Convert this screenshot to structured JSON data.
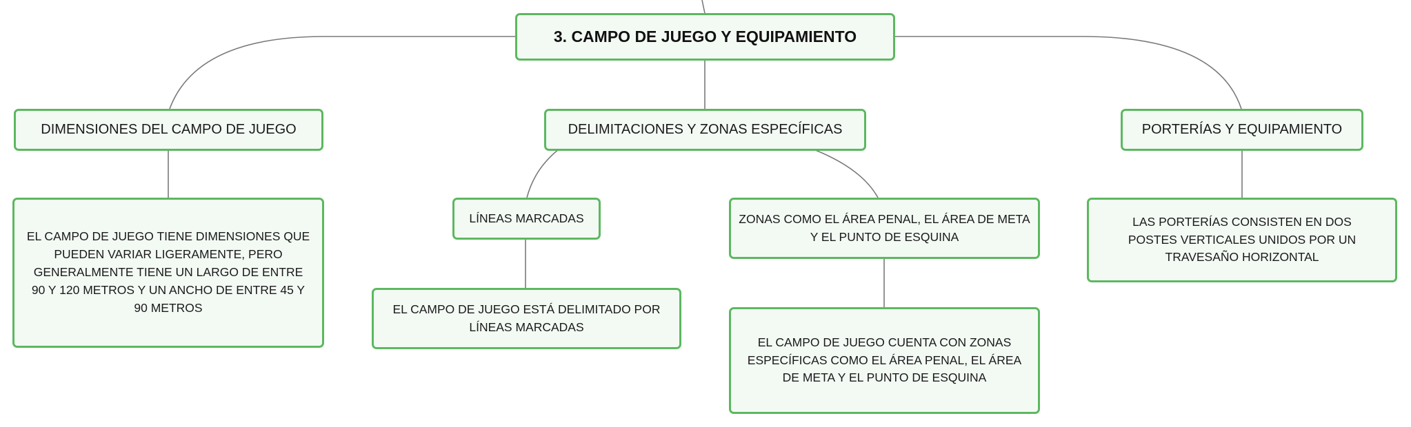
{
  "root": {
    "title": "3. CAMPO DE JUEGO Y EQUIPAMIENTO"
  },
  "branches": {
    "dimensiones": {
      "title": "DIMENSIONES DEL CAMPO DE JUEGO",
      "detail": "EL CAMPO DE JUEGO TIENE DIMENSIONES QUE PUEDEN VARIAR LIGERAMENTE, PERO GENERALMENTE TIENE UN LARGO DE ENTRE 90 Y 120 METROS Y UN ANCHO DE ENTRE 45 Y 90 METROS"
    },
    "delimitaciones": {
      "title": "DELIMITACIONES Y ZONAS ESPECÍFICAS",
      "lineas": {
        "title": "LÍNEAS MARCADAS",
        "detail": "EL CAMPO DE JUEGO ESTÁ DELIMITADO POR LÍNEAS MARCADAS"
      },
      "zonas": {
        "title": "ZONAS COMO EL ÁREA PENAL, EL ÁREA DE META Y EL PUNTO DE ESQUINA",
        "detail": "EL CAMPO DE JUEGO CUENTA CON ZONAS ESPECÍFICAS COMO EL ÁREA PENAL, EL ÁREA DE META Y EL PUNTO DE ESQUINA"
      }
    },
    "porterias": {
      "title": "PORTERÍAS Y EQUIPAMIENTO",
      "detail": "LAS PORTERÍAS CONSISTEN EN DOS POSTES VERTICALES UNIDOS POR UN TRAVESAÑO HORIZONTAL"
    }
  },
  "colors": {
    "node_border": "#5cb85f",
    "node_fill": "#f3faf4",
    "connector": "#7a7a7a"
  }
}
